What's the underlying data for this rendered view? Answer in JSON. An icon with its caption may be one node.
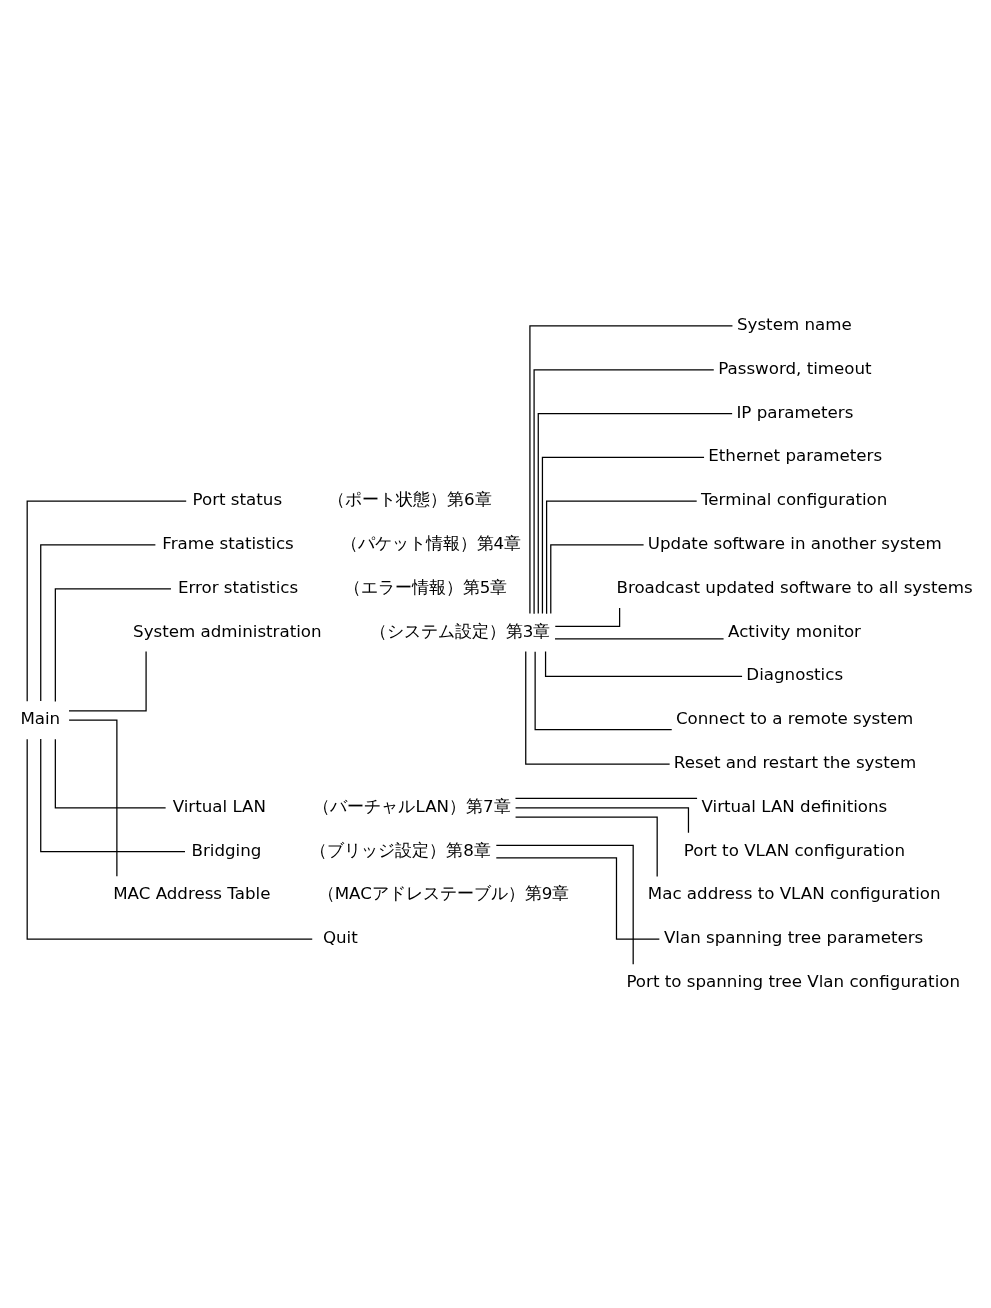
{
  "diagram": {
    "nodes": [
      {
        "text": [
          "Main"
        ]
      },
      {
        "text": [
          "Port status"
        ],
        "beside": [
          "（ポート状態）第6章"
        ]
      },
      {
        "text": [
          "Frame statistics"
        ],
        "beside": [
          "（パケット情報）第4章"
        ]
      },
      {
        "text": [
          "Error statistics"
        ],
        "beside": [
          "（エラー情報）第5章"
        ]
      },
      {
        "text": [
          "System administration"
        ],
        "beside": [
          "（システム設定）第3章"
        ]
      },
      {
        "text": [
          "System name"
        ]
      },
      {
        "text": [
          "Password, timeout"
        ]
      },
      {
        "text": [
          "IP parameters"
        ]
      },
      {
        "text": [
          "Ethernet parameters"
        ]
      },
      {
        "text": [
          "Terminal configuration"
        ]
      },
      {
        "text": [
          "Update software in another system"
        ]
      },
      {
        "text": [
          "Broadcast updated software to all systems"
        ]
      },
      {
        "text": [
          "Activity monitor"
        ]
      },
      {
        "text": [
          "Diagnostics"
        ]
      },
      {
        "text": [
          "Connect to a remote system"
        ]
      },
      {
        "text": [
          "Reset and restart the system"
        ]
      },
      {
        "text": [
          "Virtual LAN"
        ],
        "beside": [
          "（バーチャルLAN）第7章"
        ]
      },
      {
        "text": [
          "Virtual LAN definitions"
        ]
      },
      {
        "text": [
          "Port to VLAN configuration"
        ]
      },
      {
        "text": [
          "Mac address to VLAN configuration"
        ]
      },
      {
        "text": [
          "Bridging"
        ],
        "beside": [
          "（ブリッジ設定）第8章"
        ]
      },
      {
        "text": [
          "Vlan spanning tree parameters"
        ]
      },
      {
        "text": [
          "Port to spanning tree Vlan configuration"
        ]
      },
      {
        "text": [
          "MAC Address Table"
        ],
        "beside": [
          "（MACアドレステーブル）第9章"
        ]
      },
      {
        "text": [
          "Quit"
        ]
      }
    ],
    "edges": [
      {
        "from": 0,
        "to": 1,
        "arrow": "none"
      },
      {
        "from": 0,
        "to": 2,
        "arrow": "none"
      },
      {
        "from": 0,
        "to": 3,
        "arrow": "none"
      },
      {
        "from": 0,
        "to": 4,
        "arrow": "none"
      },
      {
        "from": 4,
        "to": 5,
        "arrow": "none"
      },
      {
        "from": 4,
        "to": 6,
        "arrow": "none"
      },
      {
        "from": 4,
        "to": 7,
        "arrow": "none"
      },
      {
        "from": 4,
        "to": 8,
        "arrow": "none"
      },
      {
        "from": 4,
        "to": 9,
        "arrow": "none"
      },
      {
        "from": 4,
        "to": 10,
        "arrow": "none"
      },
      {
        "from": 4,
        "to": 11,
        "arrow": "none"
      },
      {
        "from": 4,
        "to": 12,
        "arrow": "none"
      },
      {
        "from": 4,
        "to": 13,
        "arrow": "none"
      },
      {
        "from": 4,
        "to": 14,
        "arrow": "none"
      },
      {
        "from": 4,
        "to": 15,
        "arrow": "none"
      },
      {
        "from": 0,
        "to": 16,
        "arrow": "none"
      },
      {
        "from": 16,
        "to": 17,
        "arrow": "none"
      },
      {
        "from": 16,
        "to": 18,
        "arrow": "none"
      },
      {
        "from": 16,
        "to": 19,
        "arrow": "none"
      },
      {
        "from": 0,
        "to": 20,
        "arrow": "none"
      },
      {
        "from": 20,
        "to": 21,
        "arrow": "none"
      },
      {
        "from": 20,
        "to": 22,
        "arrow": "none"
      },
      {
        "from": 0,
        "to": 23,
        "arrow": "none"
      },
      {
        "from": 0,
        "to": 24,
        "arrow": "none"
      }
    ]
  }
}
